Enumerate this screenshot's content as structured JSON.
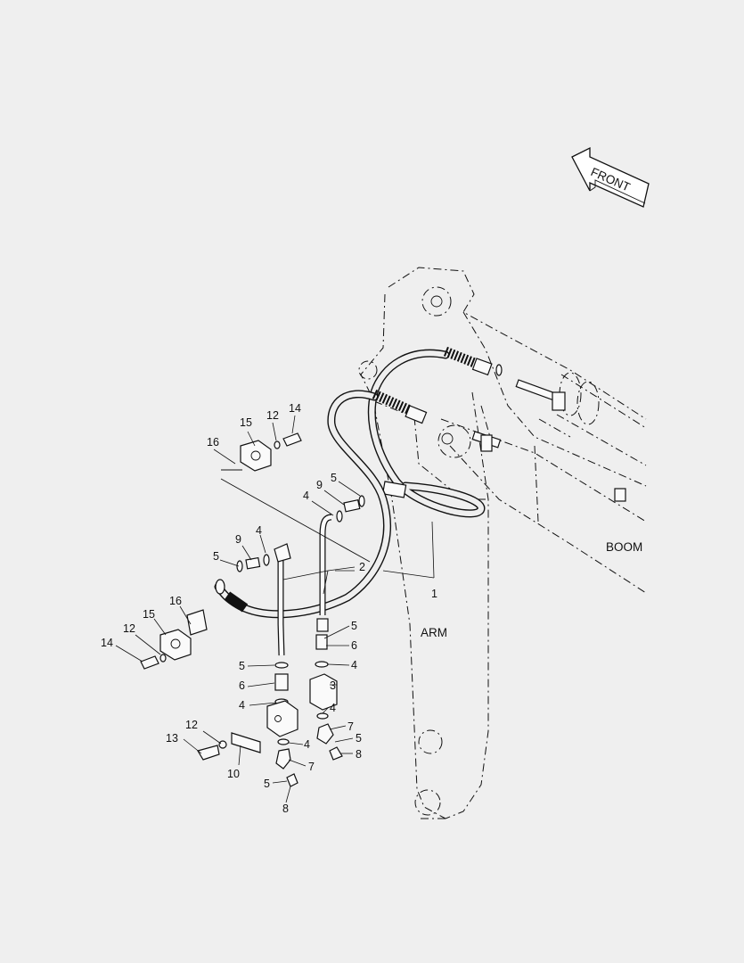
{
  "diagram": {
    "front_label": "FRONT",
    "boom_label": "BOOM",
    "arm_label": "ARM",
    "callouts": [
      {
        "id": "c1",
        "text": "1"
      },
      {
        "id": "c2",
        "text": "2"
      },
      {
        "id": "c3",
        "text": "3"
      },
      {
        "id": "c4a",
        "text": "4"
      },
      {
        "id": "c4b",
        "text": "4"
      },
      {
        "id": "c4c",
        "text": "4"
      },
      {
        "id": "c4d",
        "text": "4"
      },
      {
        "id": "c4e",
        "text": "4"
      },
      {
        "id": "c4f",
        "text": "4"
      },
      {
        "id": "c5a",
        "text": "5"
      },
      {
        "id": "c5b",
        "text": "5"
      },
      {
        "id": "c5c",
        "text": "5"
      },
      {
        "id": "c5d",
        "text": "5"
      },
      {
        "id": "c5e",
        "text": "5"
      },
      {
        "id": "c5f",
        "text": "5"
      },
      {
        "id": "c6a",
        "text": "6"
      },
      {
        "id": "c6b",
        "text": "6"
      },
      {
        "id": "c7a",
        "text": "7"
      },
      {
        "id": "c7b",
        "text": "7"
      },
      {
        "id": "c8a",
        "text": "8"
      },
      {
        "id": "c8b",
        "text": "8"
      },
      {
        "id": "c9a",
        "text": "9"
      },
      {
        "id": "c9b",
        "text": "9"
      },
      {
        "id": "c10",
        "text": "10"
      },
      {
        "id": "c12a",
        "text": "12"
      },
      {
        "id": "c12b",
        "text": "12"
      },
      {
        "id": "c12c",
        "text": "12"
      },
      {
        "id": "c13",
        "text": "13"
      },
      {
        "id": "c14a",
        "text": "14"
      },
      {
        "id": "c14b",
        "text": "14"
      },
      {
        "id": "c15a",
        "text": "15"
      },
      {
        "id": "c15b",
        "text": "15"
      },
      {
        "id": "c16a",
        "text": "16"
      },
      {
        "id": "c16b",
        "text": "16"
      }
    ]
  }
}
